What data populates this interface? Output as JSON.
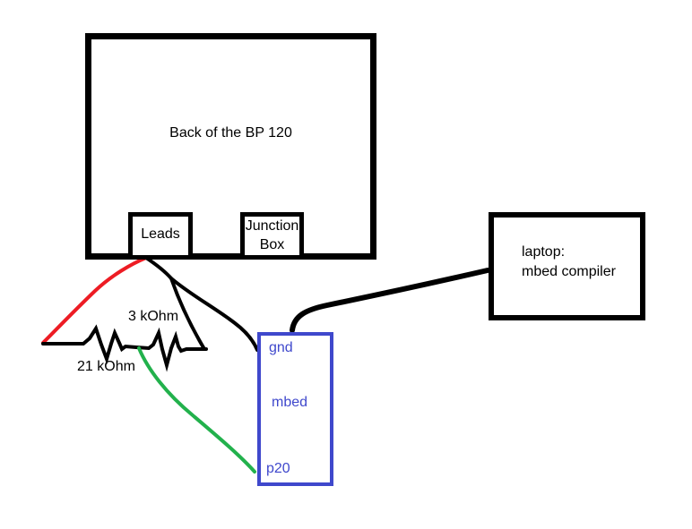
{
  "diagram": {
    "bp120_box": {
      "label": "Back of the BP 120"
    },
    "leads_box": {
      "label": "Leads"
    },
    "junction_box": {
      "label": "Junction Box"
    },
    "laptop_box": {
      "label_line1": "laptop:",
      "label_line2": "mbed compiler"
    },
    "mbed_board": {
      "pin_gnd": "gnd",
      "pin_mbed": "mbed",
      "pin_p20": "p20"
    },
    "resistor_labels": {
      "r_21k": "21 kOhm",
      "r_3k": "3 kOhm"
    },
    "colors": {
      "wire_red": "#ed1c24",
      "wire_green": "#22b14c",
      "wire_black": "#000000",
      "board_blue": "#3f48cc"
    }
  }
}
